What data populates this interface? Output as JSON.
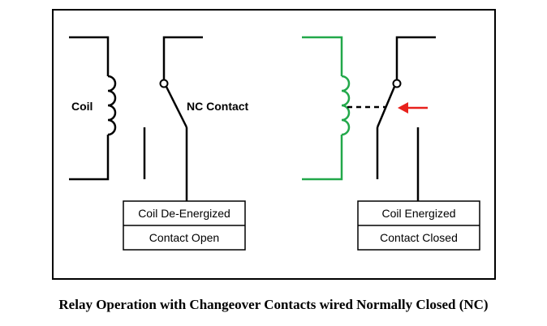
{
  "left": {
    "coil_label": "Coil",
    "contact_label": "NC Contact",
    "status_top": "Coil De-Energized",
    "status_bottom": "Contact Open"
  },
  "right": {
    "status_top": "Coil Energized",
    "status_bottom": "Contact Closed"
  },
  "caption": "Relay Operation with Changeover Contacts wired Normally Closed (NC)",
  "colors": {
    "wire": "#000000",
    "energized_coil": "#22a84a",
    "arrow": "#e8211c"
  }
}
